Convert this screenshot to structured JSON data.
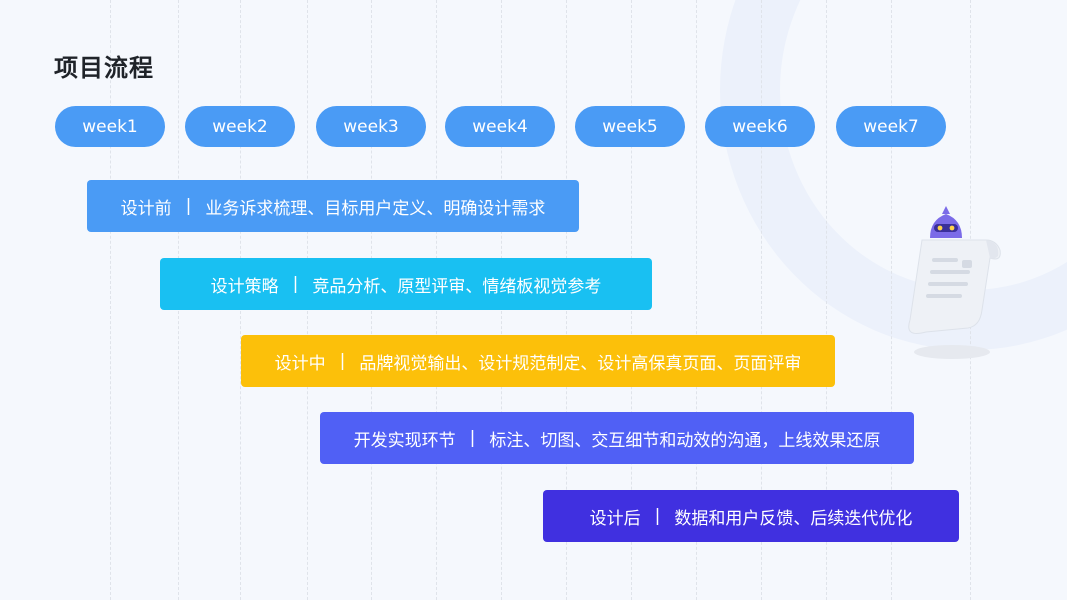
{
  "title": "项目流程",
  "weeks": [
    "week1",
    "week2",
    "week3",
    "week4",
    "week5",
    "week6",
    "week7"
  ],
  "phases": [
    {
      "phase": "设计前",
      "detail": "业务诉求梳理、目标用户定义、明确设计需求",
      "color": "#4a9bf5"
    },
    {
      "phase": "设计策略",
      "detail": "竞品分析、原型评审、情绪板视觉参考",
      "color": "#19c0f2"
    },
    {
      "phase": "设计中",
      "detail": "品牌视觉输出、设计规范制定、设计高保真页面、页面评审",
      "color": "#fcc00a"
    },
    {
      "phase": "开发实现环节",
      "detail": "标注、切图、交互细节和动效的沟通，上线效果还原",
      "color": "#5060f5"
    },
    {
      "phase": "设计后",
      "detail": "数据和用户反馈、后续迭代优化",
      "color": "#4030e0"
    }
  ],
  "separator": "|",
  "mascot_icon": "document-robot-mascot"
}
